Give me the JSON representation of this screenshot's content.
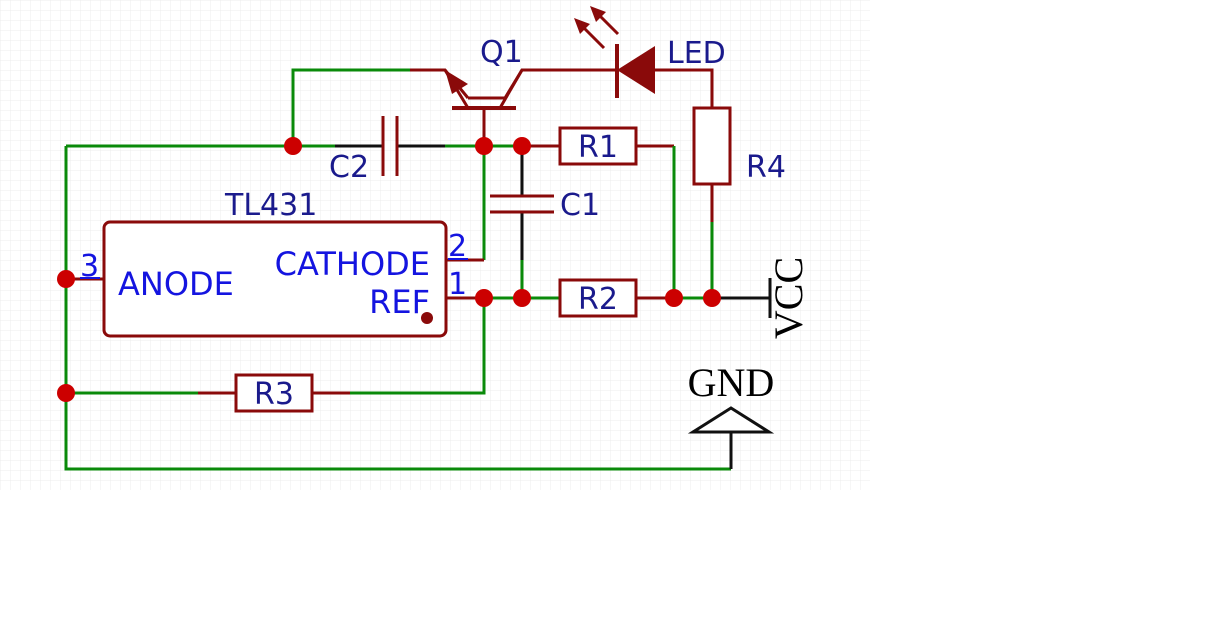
{
  "components": {
    "q1": "Q1",
    "led": "LED",
    "r1": "R1",
    "r2": "R2",
    "r3": "R3",
    "r4": "R4",
    "c1": "C1",
    "c2": "C2",
    "ic_name": "TL431",
    "ic_anode": "ANODE",
    "ic_cathode": "CATHODE",
    "ic_ref": "REF",
    "pin1": "1",
    "pin2": "2",
    "pin3": "3"
  },
  "power": {
    "vcc": "VCC",
    "gnd": "GND"
  },
  "colors": {
    "wire": "#0a8a0a",
    "component": "#8a0a0a",
    "junction": "#cc0000",
    "label": "#1a1a8c",
    "pin_label": "#1414e0",
    "grid": "#ececec"
  }
}
